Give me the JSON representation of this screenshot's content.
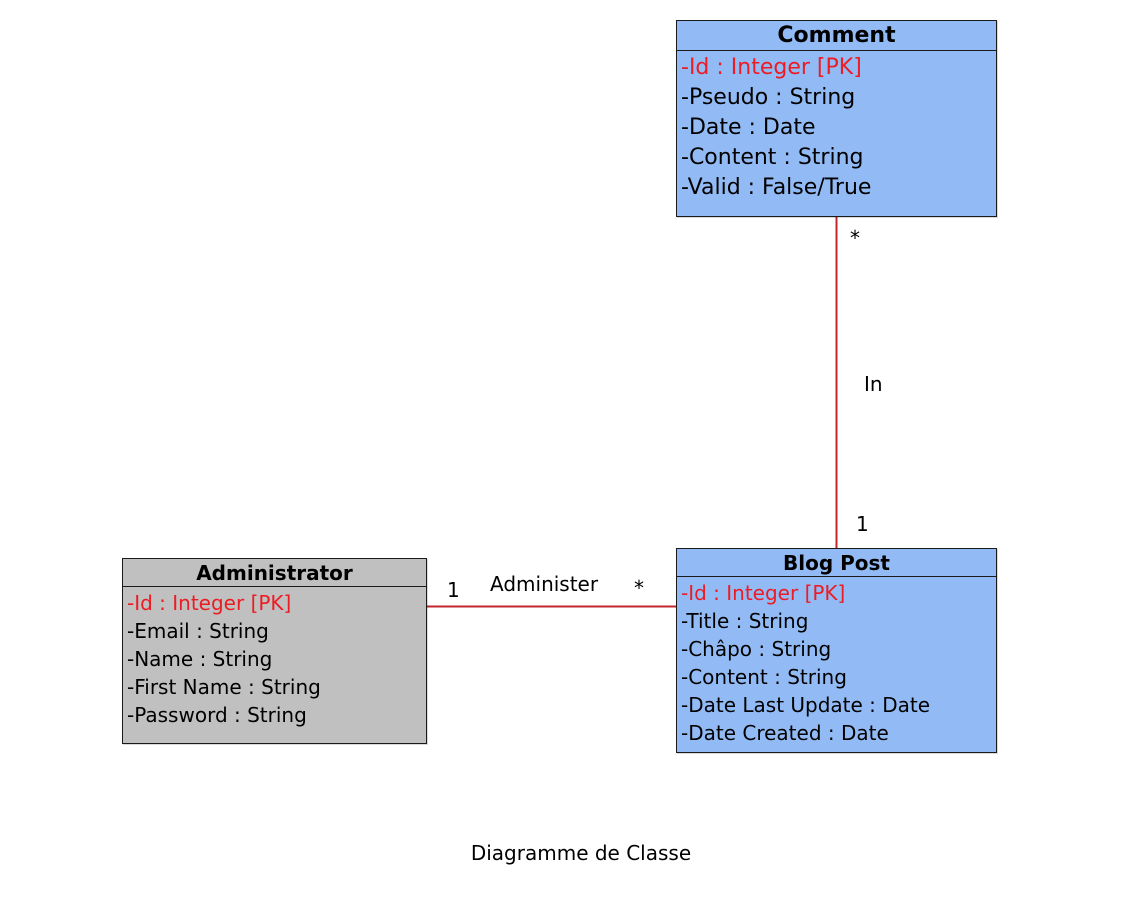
{
  "colors": {
    "entity_fill": "#92bbf5",
    "admin_fill": "#c0c0c0",
    "primary_key": "#ec1c24",
    "association_line": "#c0262c"
  },
  "classes": {
    "comment": {
      "name": "Comment",
      "attributes": [
        {
          "text": "-Id : Integer [PK]",
          "primary_key": true
        },
        {
          "text": "-Pseudo : String",
          "primary_key": false
        },
        {
          "text": "-Date : Date",
          "primary_key": false
        },
        {
          "text": "-Content : String",
          "primary_key": false
        },
        {
          "text": "-Valid : False/True",
          "primary_key": false
        }
      ]
    },
    "blog_post": {
      "name": "Blog Post",
      "attributes": [
        {
          "text": "-Id : Integer [PK]",
          "primary_key": true
        },
        {
          "text": "-Title : String",
          "primary_key": false
        },
        {
          "text": "-Châpo : String",
          "primary_key": false
        },
        {
          "text": "-Content : String",
          "primary_key": false
        },
        {
          "text": "-Date Last Update : Date",
          "primary_key": false
        },
        {
          "text": "-Date Created : Date",
          "primary_key": false
        }
      ]
    },
    "administrator": {
      "name": "Administrator",
      "attributes": [
        {
          "text": "-Id : Integer [PK]",
          "primary_key": true
        },
        {
          "text": "-Email : String",
          "primary_key": false
        },
        {
          "text": "-Name : String",
          "primary_key": false
        },
        {
          "text": "-First Name : String",
          "primary_key": false
        },
        {
          "text": "-Password : String",
          "primary_key": false
        }
      ]
    }
  },
  "associations": {
    "in": {
      "label": "In",
      "comment_multiplicity": "*",
      "blog_post_multiplicity": "1"
    },
    "administer": {
      "label": "Administer",
      "administrator_multiplicity": "1",
      "blog_post_multiplicity": "*"
    }
  },
  "caption": "Diagramme de Classe"
}
